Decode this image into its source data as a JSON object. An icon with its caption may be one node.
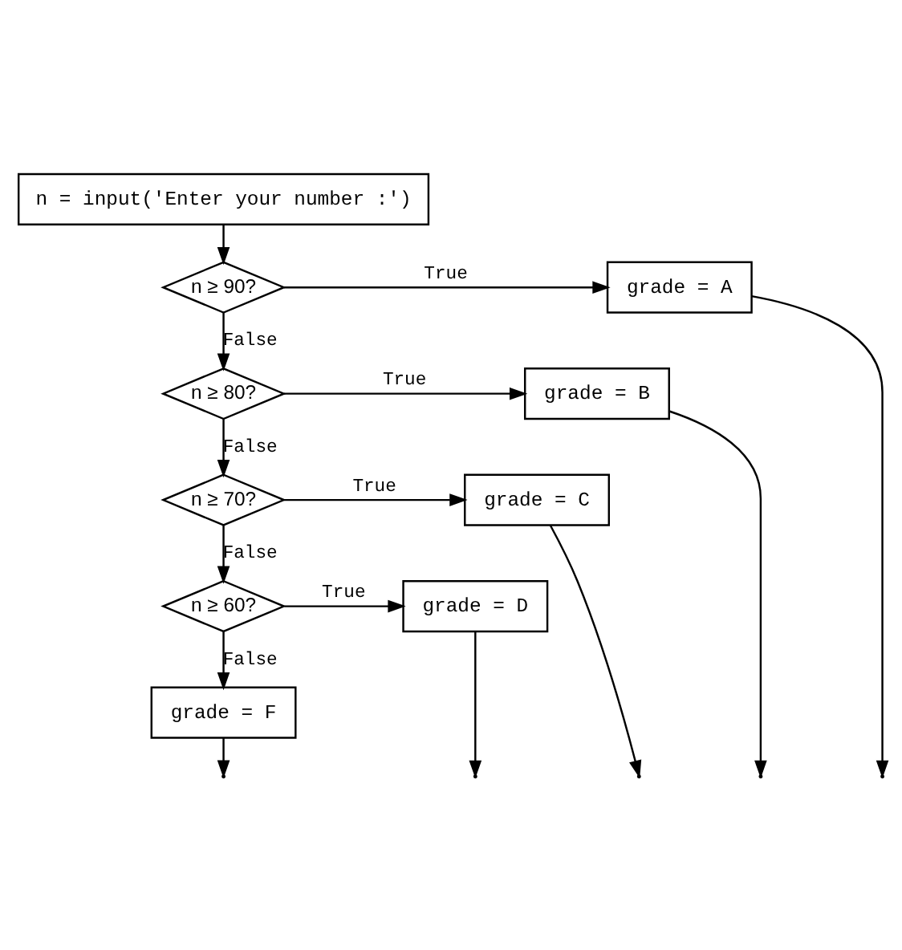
{
  "diagram": {
    "nodes": [
      {
        "text": [
          "n = input('Enter your number :')"
        ]
      },
      {
        "text": [
          "n ≥ 90?"
        ]
      },
      {
        "text": [
          "n ≥ 80?"
        ]
      },
      {
        "text": [
          "n ≥ 70?"
        ]
      },
      {
        "text": [
          "n ≥ 60?"
        ]
      },
      {
        "text": [
          "grade = A"
        ]
      },
      {
        "text": [
          "grade = B"
        ]
      },
      {
        "text": [
          "grade = C"
        ]
      },
      {
        "text": [
          "grade = D"
        ]
      },
      {
        "text": [
          "grade = F"
        ]
      }
    ],
    "edges": [
      {
        "from": 0,
        "to": 1,
        "arrow": "to"
      },
      {
        "from": 1,
        "to": 5,
        "arrow": "to",
        "label": "True"
      },
      {
        "from": 1,
        "to": 2,
        "arrow": "to",
        "label": "False"
      },
      {
        "from": 2,
        "to": 6,
        "arrow": "to",
        "label": "True"
      },
      {
        "from": 2,
        "to": 3,
        "arrow": "to",
        "label": "False"
      },
      {
        "from": 3,
        "to": 7,
        "arrow": "to",
        "label": "True"
      },
      {
        "from": 3,
        "to": 4,
        "arrow": "to",
        "label": "False"
      },
      {
        "from": 4,
        "to": 8,
        "arrow": "to",
        "label": "True"
      },
      {
        "from": 4,
        "to": 9,
        "arrow": "to",
        "label": "False"
      },
      {
        "from": 5,
        "to": null,
        "arrow": "to"
      },
      {
        "from": 6,
        "to": null,
        "arrow": "to"
      },
      {
        "from": 7,
        "to": null,
        "arrow": "to"
      },
      {
        "from": 8,
        "to": null,
        "arrow": "to"
      },
      {
        "from": 9,
        "to": null,
        "arrow": "to"
      }
    ]
  }
}
